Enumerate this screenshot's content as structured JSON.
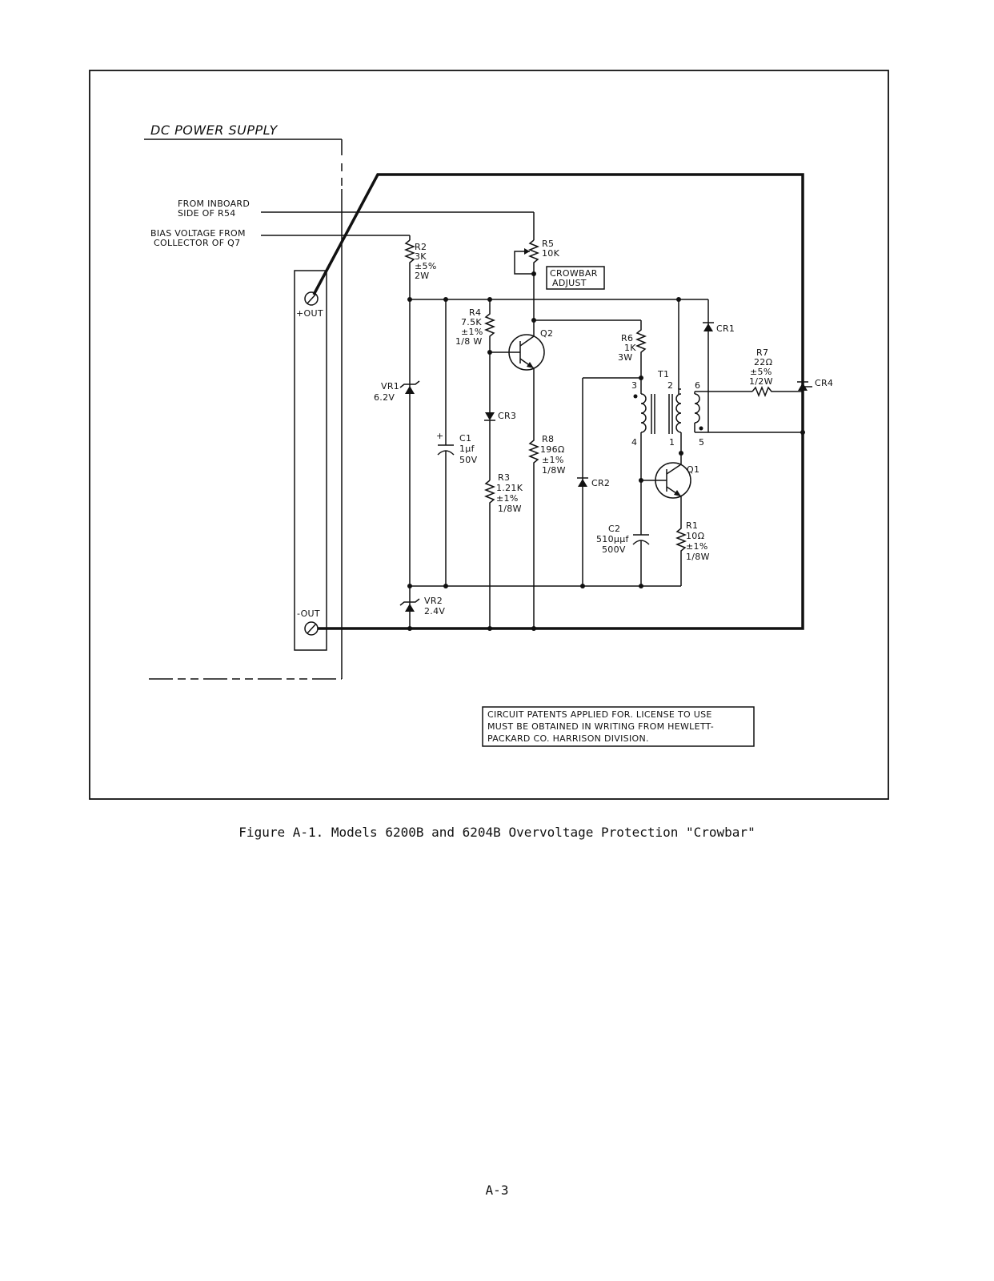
{
  "diagram": {
    "supply_title": "DC POWER SUPPLY",
    "terminals": {
      "plus_out": "+OUT",
      "minus_out": "-OUT"
    },
    "inputs": {
      "from_inboard_1": "FROM INBOARD",
      "from_inboard_2": "SIDE OF R54",
      "bias_1": "BIAS VOLTAGE FROM",
      "bias_2": "COLLECTOR OF Q7"
    },
    "components": {
      "r2": [
        "R2",
        "3K",
        "±5%",
        "2W"
      ],
      "r5": [
        "R5",
        "10K"
      ],
      "crowbar_adjust": [
        "CROWBAR",
        "ADJUST"
      ],
      "r4": [
        "R4",
        "7.5K",
        "±1%",
        "1/8 W"
      ],
      "q2": "Q2",
      "r6": [
        "R6",
        "1K",
        "3W"
      ],
      "cr1": "CR1",
      "r7": [
        "R7",
        "22Ω",
        "±5%",
        "1/2W"
      ],
      "cr4": "CR4",
      "t1": "T1",
      "t1_pins": [
        "2",
        "6",
        "3",
        "4",
        "1",
        "5"
      ],
      "vr1": [
        "VR1",
        "6.2V"
      ],
      "cr3": "CR3",
      "c1": [
        "C1",
        "1μf",
        "50V"
      ],
      "r8": [
        "R8",
        "196Ω",
        "±1%",
        "1/8W"
      ],
      "cr2": "CR2",
      "q1": "Q1",
      "r3": [
        "R3",
        "1.21K",
        "±1%",
        "1/8W"
      ],
      "c2": [
        "C2",
        "510μμf",
        "500V"
      ],
      "r1": [
        "R1",
        "10Ω",
        "±1%",
        "1/8W"
      ],
      "vr2": [
        "VR2",
        "2.4V"
      ]
    },
    "notice": [
      "CIRCUIT PATENTS APPLIED FOR. LICENSE TO USE",
      "MUST BE OBTAINED IN WRITING FROM HEWLETT-",
      "PACKARD CO. HARRISON DIVISION."
    ]
  },
  "caption": "Figure A-1.  Models 6200B and 6204B Overvoltage Protection \"Crowbar\"",
  "page_number": "A-3"
}
